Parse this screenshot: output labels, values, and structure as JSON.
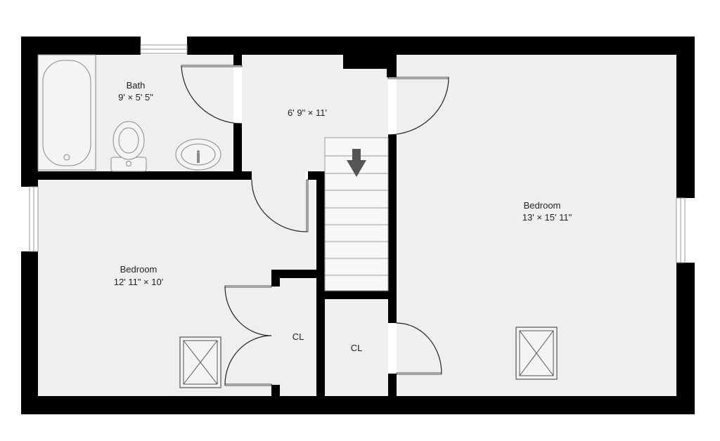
{
  "colors": {
    "floor": "#efefef",
    "wall": "#000000",
    "fixture_fill": "#f4f4f4",
    "fixture_stroke": "#8a8a8a",
    "arrow": "#555555"
  },
  "rooms": [
    {
      "id": "bath",
      "name": "Bath",
      "dimensions": "9' × 5' 5\""
    },
    {
      "id": "hall",
      "name": "",
      "dimensions": "6' 9\" × 11'"
    },
    {
      "id": "bedroom-left",
      "name": "Bedroom",
      "dimensions": "12' 11\" × 10'"
    },
    {
      "id": "bedroom-right",
      "name": "Bedroom",
      "dimensions": "13' × 15' 11\""
    },
    {
      "id": "closet-left",
      "name": "CL",
      "dimensions": ""
    },
    {
      "id": "closet-center",
      "name": "CL",
      "dimensions": ""
    }
  ],
  "icons": {
    "bathtub": "bathtub-icon",
    "toilet": "toilet-icon",
    "sink": "sink-icon",
    "stairs_arrow": "stairs-down-arrow-icon",
    "skylight": "skylight-icon"
  }
}
